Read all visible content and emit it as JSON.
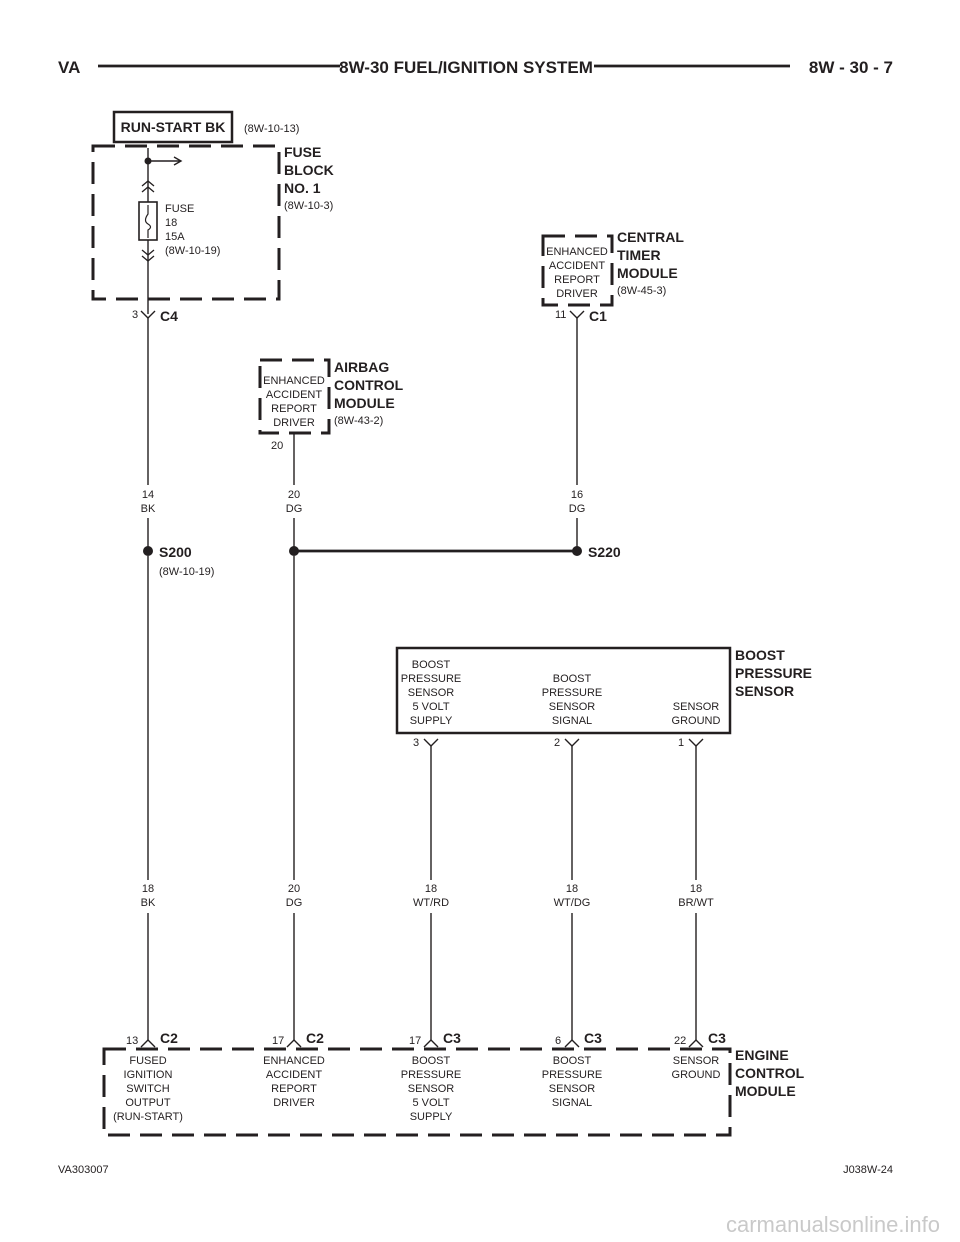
{
  "header": {
    "left": "VA",
    "title": "8W-30 FUEL/IGNITION SYSTEM",
    "page": "8W - 30 - 7"
  },
  "footer": {
    "left": "VA303007",
    "right": "J038W-24"
  },
  "watermark": "carmanualsonline.info",
  "run_start": {
    "label": "RUN-START BK",
    "ref": "(8W-10-13)"
  },
  "fuse_block": {
    "name_lines": [
      "FUSE",
      "BLOCK",
      "NO. 1"
    ],
    "ref": "(8W-10-3)",
    "fuse_lines": [
      "FUSE",
      "18",
      "15A",
      "(8W-10-19)"
    ],
    "pin": "3",
    "connector": "C4"
  },
  "ctm": {
    "name_lines": [
      "CENTRAL",
      "TIMER",
      "MODULE"
    ],
    "ref": "(8W-45-3)",
    "func_lines": [
      "ENHANCED",
      "ACCIDENT",
      "REPORT",
      "DRIVER"
    ],
    "pin": "11",
    "connector": "C1"
  },
  "acm": {
    "name_lines": [
      "AIRBAG",
      "CONTROL",
      "MODULE"
    ],
    "ref": "(8W-43-2)",
    "func_lines": [
      "ENHANCED",
      "ACCIDENT",
      "REPORT",
      "DRIVER"
    ],
    "pin": "20"
  },
  "wires_upper": [
    {
      "gauge": "14",
      "color": "BK"
    },
    {
      "gauge": "20",
      "color": "DG"
    },
    {
      "gauge": "16",
      "color": "DG"
    }
  ],
  "splices": {
    "s200": {
      "label": "S200",
      "ref": "(8W-10-19)"
    },
    "s220": {
      "label": "S220"
    }
  },
  "bps": {
    "name_lines": [
      "BOOST",
      "PRESSURE",
      "SENSOR"
    ],
    "cols": [
      {
        "lines": [
          "BOOST",
          "PRESSURE",
          "SENSOR",
          "5 VOLT",
          "SUPPLY"
        ],
        "pin": "3"
      },
      {
        "lines": [
          "BOOST",
          "PRESSURE",
          "SENSOR",
          "SIGNAL"
        ],
        "pin": "2"
      },
      {
        "lines": [
          "SENSOR",
          "GROUND"
        ],
        "pin": "1"
      }
    ]
  },
  "wires_lower": [
    {
      "gauge": "18",
      "color": "BK"
    },
    {
      "gauge": "20",
      "color": "DG"
    },
    {
      "gauge": "18",
      "color": "WT/RD"
    },
    {
      "gauge": "18",
      "color": "WT/DG"
    },
    {
      "gauge": "18",
      "color": "BR/WT"
    }
  ],
  "ecm": {
    "name_lines": [
      "ENGINE",
      "CONTROL",
      "MODULE"
    ],
    "pins": [
      {
        "pin": "13",
        "connector": "C2",
        "lines": [
          "FUSED",
          "IGNITION",
          "SWITCH",
          "OUTPUT",
          "(RUN-START)"
        ]
      },
      {
        "pin": "17",
        "connector": "C2",
        "lines": [
          "ENHANCED",
          "ACCIDENT",
          "REPORT",
          "DRIVER"
        ]
      },
      {
        "pin": "17",
        "connector": "C3",
        "lines": [
          "BOOST",
          "PRESSURE",
          "SENSOR",
          "5 VOLT",
          "SUPPLY"
        ]
      },
      {
        "pin": "6",
        "connector": "C3",
        "lines": [
          "BOOST",
          "PRESSURE",
          "SENSOR",
          "SIGNAL"
        ]
      },
      {
        "pin": "22",
        "connector": "C3",
        "lines": [
          "SENSOR",
          "GROUND"
        ]
      }
    ]
  }
}
